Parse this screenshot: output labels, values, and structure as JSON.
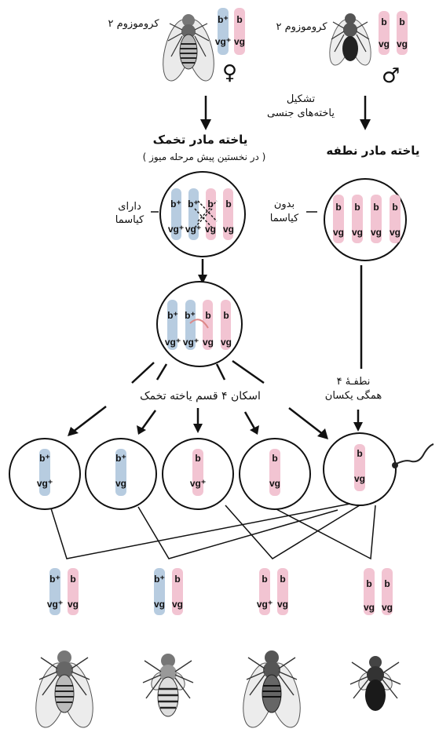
{
  "labels": {
    "chromosome": "کروموزوم ۲",
    "female_symbol": "♀",
    "male_symbol": "♂",
    "gamete_formation_1": "تشکیل",
    "gamete_formation_2": "یاخته‌های جنسی",
    "egg_mother_cell": "یاخته مادر تخمک",
    "egg_mother_sub": "( در نخستین پیش مرحله میوز )",
    "sperm_mother_cell": "یاخته مادر نطفه",
    "with_chiasma_1": "دارای",
    "with_chiasma_2": "کیاسما",
    "without_chiasma_1": "بدون",
    "without_chiasma_2": "کیاسما",
    "four_egg_types": "اسکان ۴ قسم یاخته تخمک",
    "sperm_4_1": "نطفـهٔ ۴",
    "sperm_4_2": "همگی یکسان"
  },
  "genes": {
    "b_plus": "b⁺",
    "b": "b",
    "vg_plus": "vg⁺",
    "vg": "vg"
  },
  "colors": {
    "blue_chromosome": "#b7cce0",
    "pink_chromosome": "#f2c4d2",
    "ink": "#111111"
  }
}
